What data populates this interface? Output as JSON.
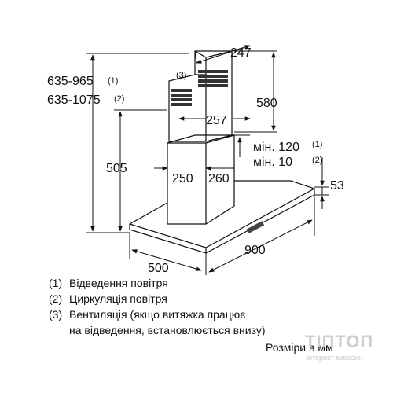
{
  "dimensions": {
    "height_range_1": "635-965",
    "height_range_1_ref": "(1)",
    "height_range_2": "635-1075",
    "height_range_2_ref": "(2)",
    "duct_ref": "(3)",
    "chimney_depth": "247",
    "chimney_upper_height": "580",
    "chimney_upper_width": "257",
    "chimney_lower_height": "505",
    "chimney_lower_width": "250",
    "chimney_lower_depth": "260",
    "min_1_label": "мін. 120",
    "min_1_ref": "(1)",
    "min_2_label": "мін. 10",
    "min_2_ref": "(2)",
    "canopy_thickness": "53",
    "canopy_depth": "500",
    "canopy_width": "900"
  },
  "notes": [
    {
      "ref": "(1)",
      "text": "Відведення повітря"
    },
    {
      "ref": "(2)",
      "text": "Циркуляція повітря"
    },
    {
      "ref": "(3)",
      "text": "Вентиляція (якщо витяжка працює"
    },
    {
      "ref": "",
      "text": "на відведення, встановлюється внизу)"
    }
  ],
  "units_caption": "Розміри в мм",
  "watermark": {
    "brand": "ТІПТОП",
    "subtitle": "інтернет-магазин"
  }
}
